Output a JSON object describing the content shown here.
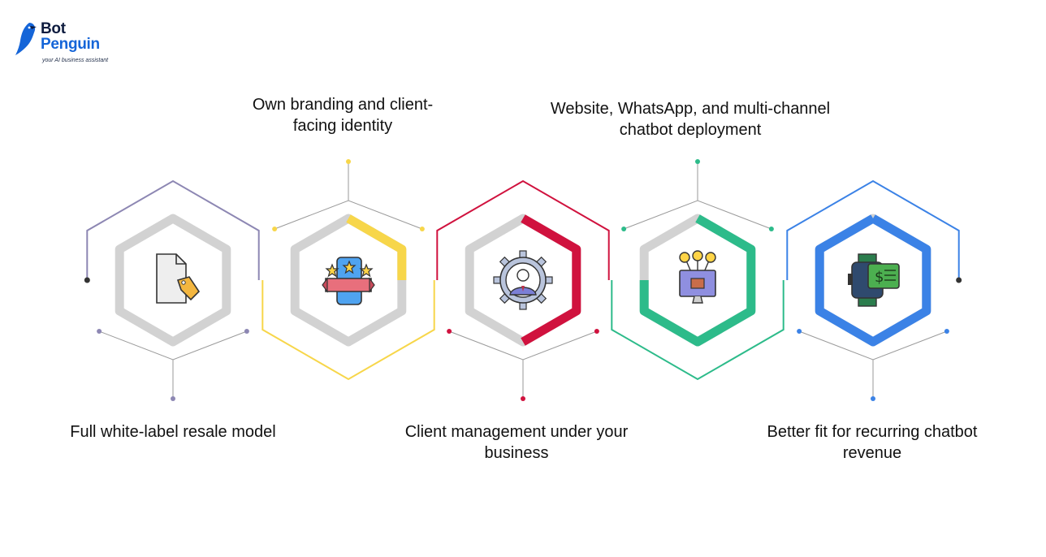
{
  "brand": {
    "name_line1": "Bot",
    "name_line2": "Penguin",
    "tagline": "your AI business assistant",
    "color_dark": "#0d1b3e",
    "color_blue": "#1565d8"
  },
  "steps": [
    {
      "label": "Full white-label resale model",
      "color": "#8d87b3",
      "icon": "document-price-tag-icon"
    },
    {
      "label": "Own branding and client-facing identity",
      "color": "#f7d64a",
      "icon": "phone-stars-ribbon-icon"
    },
    {
      "label": "Client management under your business",
      "color": "#d0123e",
      "icon": "gear-person-icon"
    },
    {
      "label": "Website, WhatsApp, and multi-channel chatbot deployment",
      "color": "#2dbb8a",
      "icon": "monitor-network-icon"
    },
    {
      "label": "Better fit for recurring chatbot revenue",
      "color": "#3b82e6",
      "icon": "smartwatch-payment-icon"
    }
  ]
}
